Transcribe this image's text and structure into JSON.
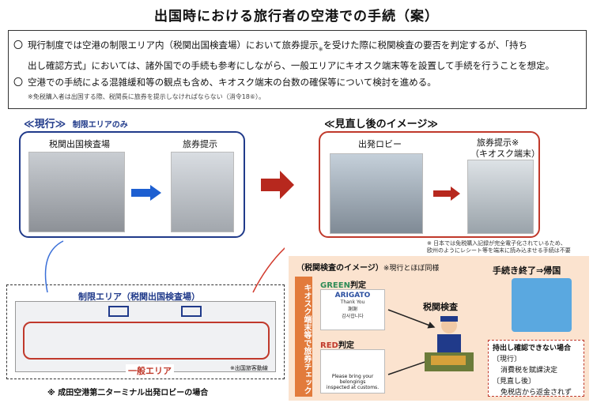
{
  "title": "出国時における旅行者の空港での手続（案）",
  "intro": {
    "bullet1a": "現行制度では空港の制限エリア内（税関出国検査場）において旅券提示",
    "bullet1sub": "※",
    "bullet1b": "を受けた際に税関検査の要否を判定するが、「持ち",
    "bullet1c": "出し確認方式」においては、諸外国での手続も参考にしながら、一般エリアにキオスク端末等を設置して手続を行うことを想定。",
    "bullet2": "空港での手続による混雑緩和等の観点も含め、キオスク端末の台数の確保等について検討を進める。",
    "note": "※免税購入者は出国する際、税関長に旅券を提示しなければならない（消令18⑥）。",
    "bullet_mark": "〇"
  },
  "current": {
    "head": "≪現行≫",
    "sub": "制限エリアのみ",
    "photo1": "税関出国検査場",
    "photo2": "旅券提示"
  },
  "future": {
    "head": "≪見直し後のイメージ≫",
    "photo1": "出発ロビー",
    "photo2a": "旅券提示※",
    "photo2b": "（キオスク端末）",
    "note1": "※ 日本では免税購入記録が完全電子化されているため、",
    "note2": "欧州のようにレシート等を端末に読み込ませる手続は不要"
  },
  "map": {
    "zone1": "制限エリア（税関出国検査場）",
    "zone2": "一般エリア",
    "legend": "※出国旅客動線",
    "caption": "※ 成田空港第二ターミナル出発ロビーの場合"
  },
  "customs": {
    "head": "（税関検査のイメージ）",
    "head_note": "※現行とほぼ同様",
    "side": "キオスク端末等で旅券チェック",
    "green": "GREEN",
    "green_suffix": "判定",
    "red": "RED",
    "red_suffix": "判定",
    "green_card_title": "ARIGATO",
    "green_card_lines": [
      "Thank You",
      "謝謝",
      "감사합니다"
    ],
    "red_card_line1": "Please bring your belongings",
    "red_card_line2": "inspected at customs.",
    "inspection": "税関検査",
    "end": "手続き終了⇒帰国",
    "fail_title": "持出し確認できない場合",
    "current_label": "〔現行〕",
    "current_text": "消費税を賦課決定",
    "revised_label": "〔見直し後〕",
    "revised_text": "免税店から返金されず"
  },
  "colors": {
    "navy": "#203a8a",
    "red": "#c0392b",
    "peach": "#fbe3cf",
    "green": "#2e8b57"
  }
}
